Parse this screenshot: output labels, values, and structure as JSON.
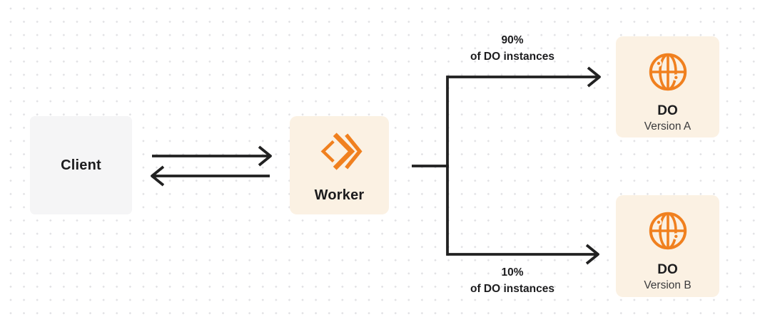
{
  "theme": {
    "canvas-bg": "#ffffff",
    "dot-color": "#e1e1e4",
    "line-color": "#212121",
    "accent-orange": "#f0801f",
    "node-cream": "#fbf1e3",
    "node-gray": "#f5f5f6",
    "text-primary": "#1c1c1e",
    "text-secondary": "#3a3a3c"
  },
  "icons": {
    "worker": "workers-chevrons-icon",
    "durable_object": "globe-icon"
  },
  "diagram": {
    "client": {
      "label": "Client"
    },
    "worker": {
      "label": "Worker"
    },
    "branch_a": {
      "percent": "90%",
      "caption": "of DO instances"
    },
    "branch_b": {
      "percent": "10%",
      "caption": "of DO instances"
    },
    "do_a": {
      "title": "DO",
      "subtitle": "Version A"
    },
    "do_b": {
      "title": "DO",
      "subtitle": "Version B"
    }
  }
}
